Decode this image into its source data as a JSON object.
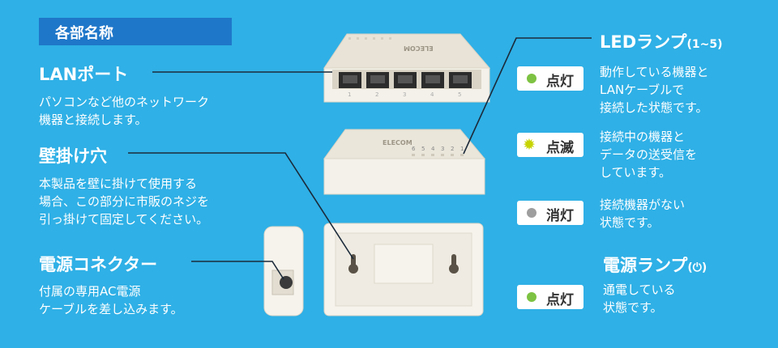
{
  "header": {
    "title": "各部名称"
  },
  "left": {
    "lan": {
      "title": "LANポート",
      "desc": [
        "パソコンなど他のネットワーク",
        "機器と接続します。"
      ]
    },
    "wall": {
      "title": "壁掛け穴",
      "desc": [
        "本製品を壁に掛けて使用する",
        "場合、この部分に市販のネジを",
        "引っ掛けて固定してください。"
      ]
    },
    "power": {
      "title": "電源コネクター",
      "desc": [
        "付属の専用AC電源",
        "ケーブルを差し込みます。"
      ]
    }
  },
  "right": {
    "led": {
      "title": "LEDランプ",
      "range": "(1~5)",
      "states": [
        {
          "label": "点灯",
          "color": "#7dc242",
          "icon": "led-on-icon",
          "desc": [
            "動作している機器と",
            "LANケーブルで",
            "接続した状態です。"
          ]
        },
        {
          "label": "点滅",
          "color": "#c8d400",
          "icon": "led-blink-icon",
          "desc": [
            "接続中の機器と",
            "データの送受信を",
            "しています。"
          ]
        },
        {
          "label": "消灯",
          "color": "#9e9e9e",
          "icon": "led-off-icon",
          "desc": [
            "接続機器がない",
            "状態です。"
          ]
        }
      ]
    },
    "power_lamp": {
      "title": "電源ランプ",
      "symbol": "(⏻)",
      "state": {
        "label": "点灯",
        "color": "#7dc242",
        "icon": "led-on-icon",
        "desc": [
          "通電している",
          "状態です。"
        ]
      }
    }
  },
  "device": {
    "brand": "ELECOM",
    "port_numbers": [
      "1",
      "2",
      "3",
      "4",
      "5"
    ],
    "led_numbers": [
      "6",
      "5",
      "4",
      "3",
      "2",
      "1"
    ]
  }
}
